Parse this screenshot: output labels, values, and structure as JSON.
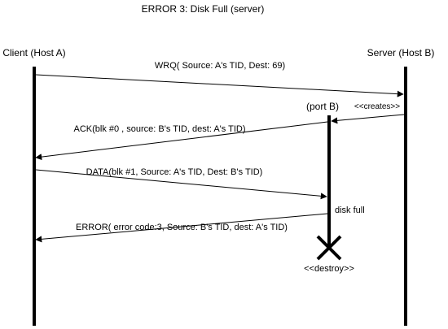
{
  "title": "ERROR 3: Disk Full (server)",
  "participants": {
    "client": "Client (Host A)",
    "server": "Server (Host B)",
    "port": "(port B)"
  },
  "messages": {
    "wrq": "WRQ( Source: A's TID, Dest: 69)",
    "creates": "<<creates>>",
    "ack": "ACK(blk #0 , source: B's TID, dest: A's TID)",
    "data": "DATA(blk #1, Source: A's TID, Dest: B's TID)",
    "disk_full": "disk full",
    "error": "ERROR( error code:3, Source: B's TID, dest: A's TID)",
    "destroy": "<<destroy>>"
  },
  "colors": {
    "line": "#000000",
    "background": "#ffffff"
  }
}
